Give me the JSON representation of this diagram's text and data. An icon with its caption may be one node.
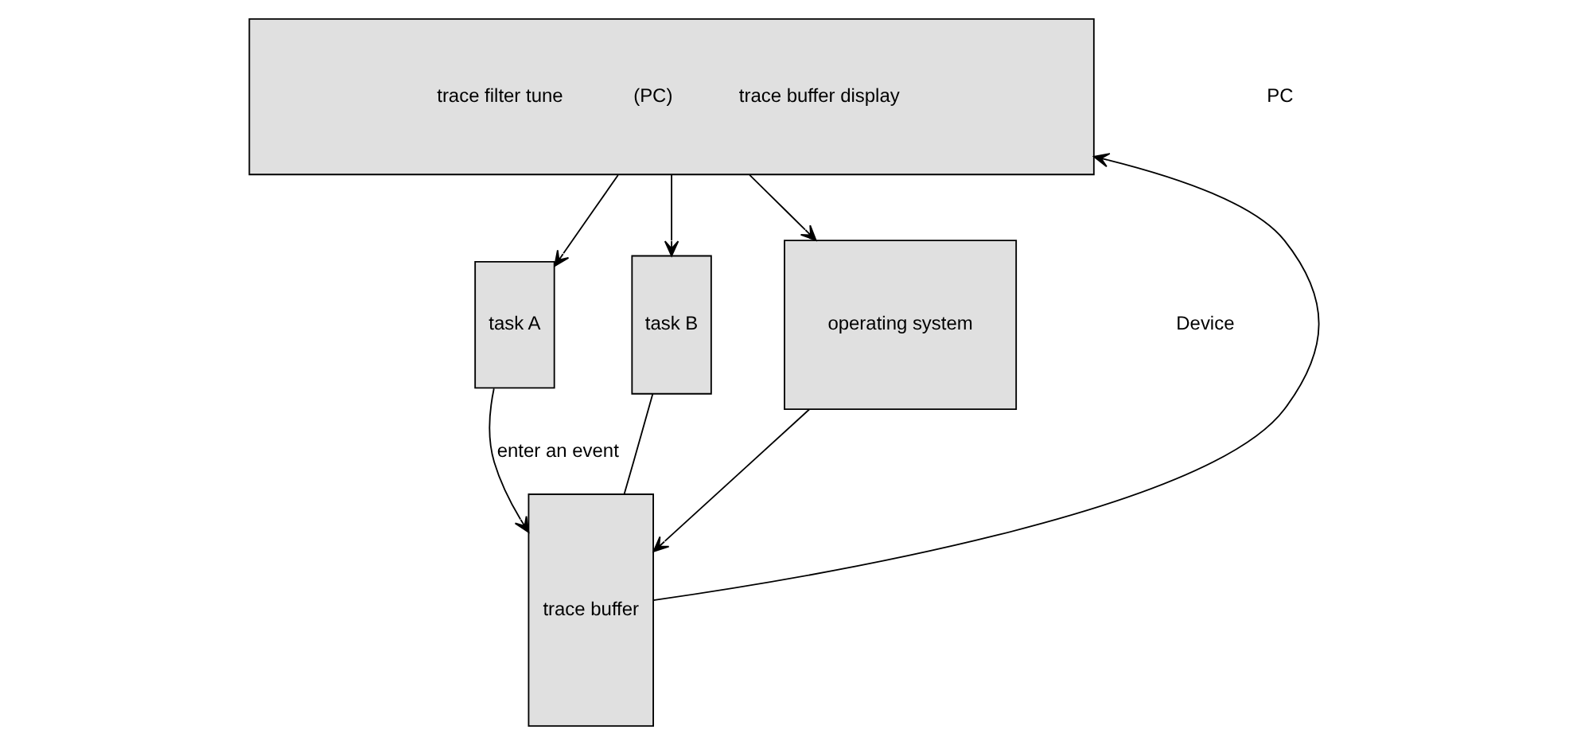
{
  "diagram": {
    "nodes": [
      {
        "text": [
          "trace filter tune",
          "(PC)",
          "trace buffer display"
        ]
      },
      {
        "text": [
          "task A"
        ]
      },
      {
        "text": [
          "task B"
        ]
      },
      {
        "text": [
          "trace buffer"
        ]
      },
      {
        "text": [
          "operating system"
        ]
      }
    ],
    "edges": [
      {
        "from": 0,
        "to": 1,
        "arrow": "to"
      },
      {
        "from": 0,
        "to": 2,
        "arrow": "to"
      },
      {
        "from": 1,
        "to": 3,
        "arrow": "to",
        "label": "enter an event"
      },
      {
        "from": 0,
        "to": 4,
        "arrow": "to"
      },
      {
        "from": 4,
        "to": 3,
        "arrow": "to"
      },
      {
        "from": 2,
        "to": 3,
        "arrow": "none"
      },
      {
        "from": 3,
        "to": 0,
        "arrow": "to"
      }
    ],
    "labels": [
      "PC",
      "Device"
    ]
  }
}
